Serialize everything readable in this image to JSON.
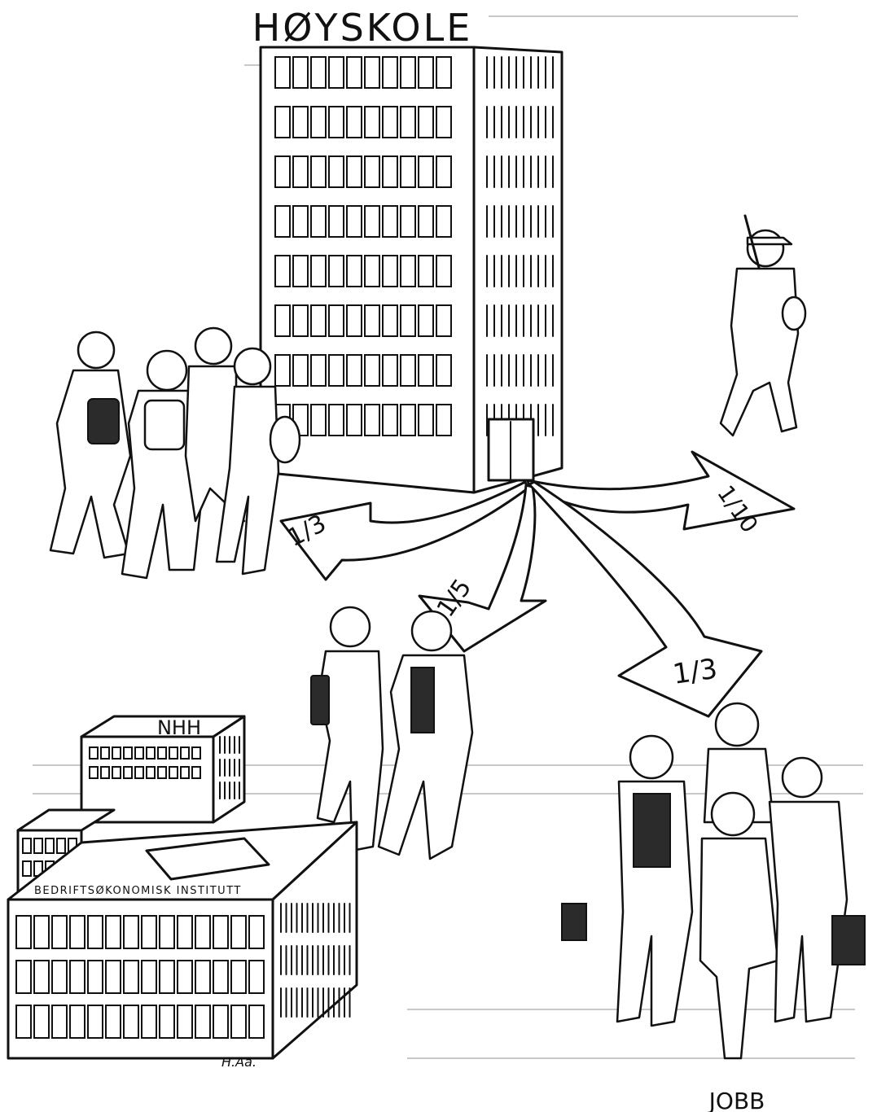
{
  "labels": {
    "main_building": "HØYSKOLE",
    "nhh_building": "NHH",
    "nhh_sign": "BEDRIFTSØKONOMISK INSTITUTT",
    "job_label": "JOBB",
    "signature": "H.Aa."
  },
  "arrows": [
    {
      "id": "left",
      "fraction": "1/3",
      "target": "people-walking-away"
    },
    {
      "id": "right",
      "fraction": "1/10",
      "target": "soldier"
    },
    {
      "id": "lower-middle",
      "fraction": "1/5",
      "target": "nhh"
    },
    {
      "id": "lower-right",
      "fraction": "1/3",
      "target": "jobb"
    }
  ]
}
